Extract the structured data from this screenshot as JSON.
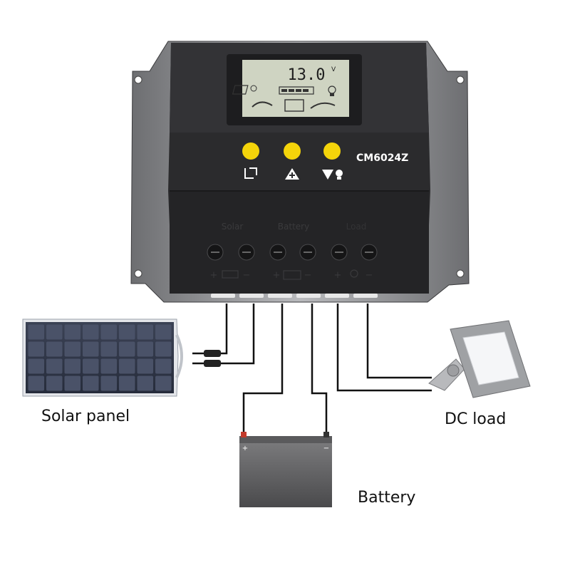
{
  "controller": {
    "model": "CM6024Z",
    "lcd_value": "13.0",
    "lcd_unit": "V",
    "terminal_labels": [
      "Solar",
      "Battery",
      "Load"
    ],
    "buttons": [
      {
        "name": "menu-button",
        "icon": "bracket-icon"
      },
      {
        "name": "up-button",
        "icon": "plus-triangle-icon"
      },
      {
        "name": "load-button",
        "icon": "load-bulb-icon"
      }
    ],
    "terminal_polarity": [
      "+",
      "−",
      "+",
      "−",
      "+",
      "−"
    ],
    "colors": {
      "body": "#2b2b2d",
      "frame": "#8c8d90",
      "lcd": "#cfd4c2",
      "button": "#f4d40a"
    }
  },
  "labels": {
    "solar_panel": "Solar panel",
    "dc_load": "DC load",
    "battery": "Battery"
  },
  "battery": {
    "positive": "+",
    "negative": "−"
  }
}
